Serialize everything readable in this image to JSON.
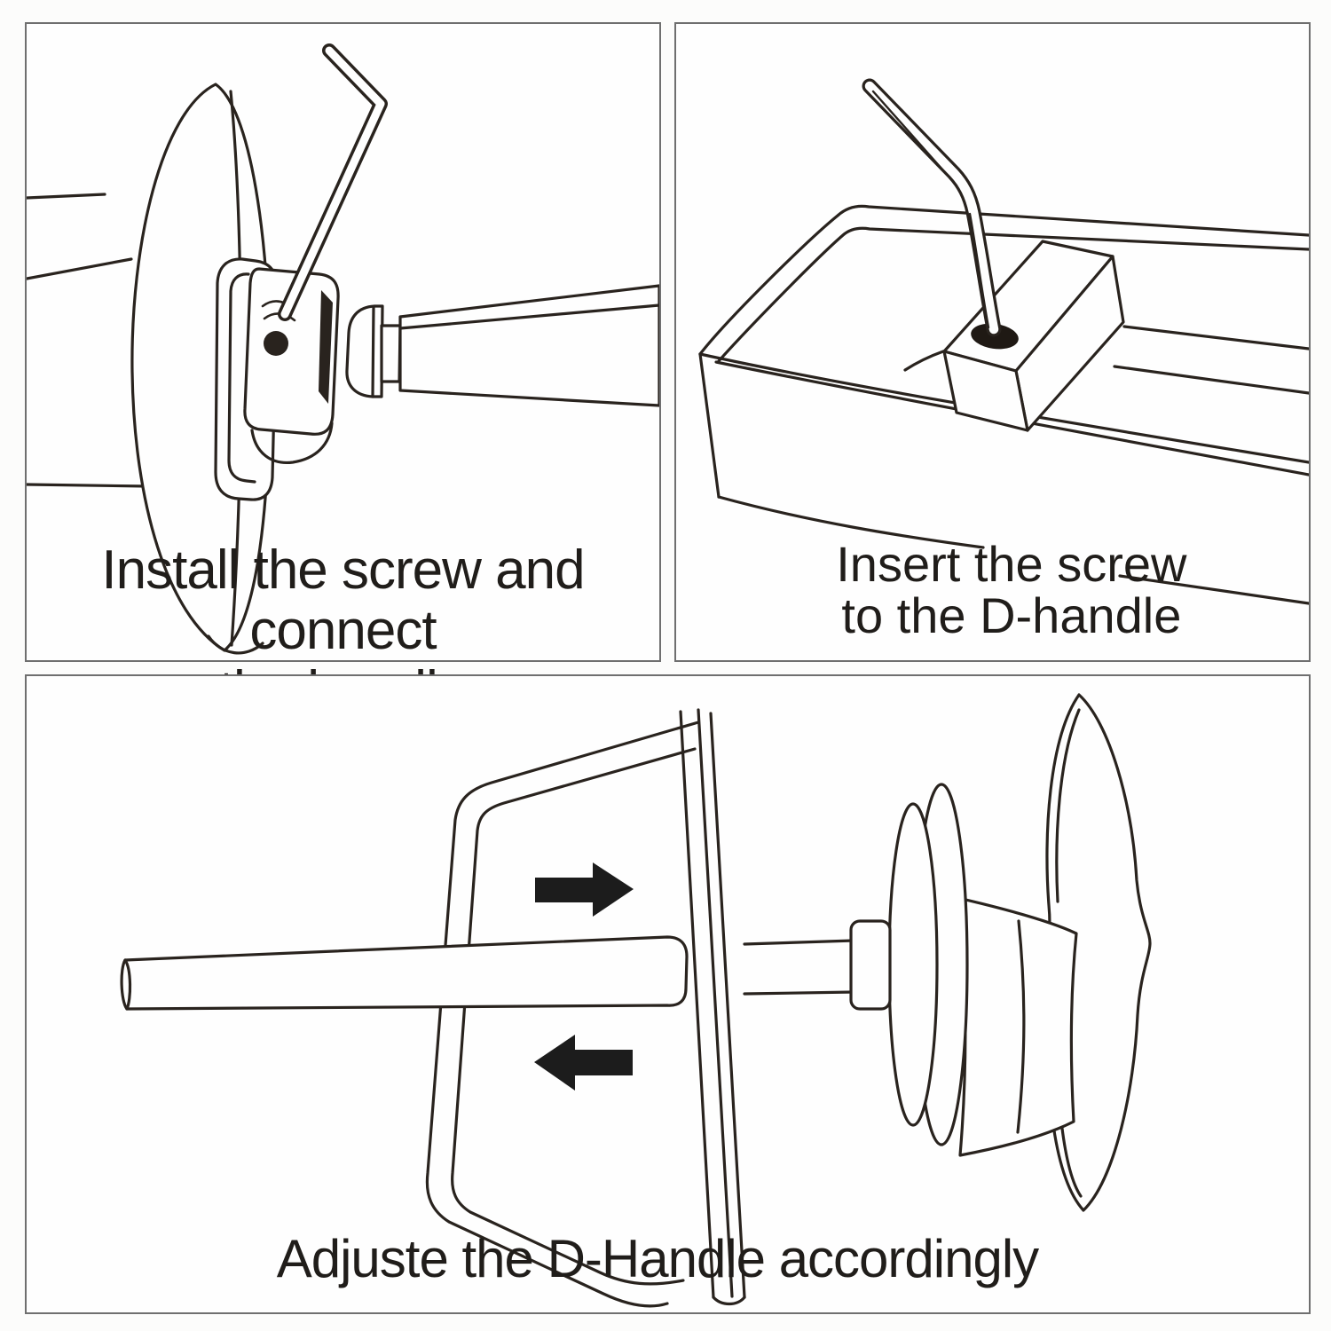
{
  "diagram": {
    "background": "#fcfcfb",
    "panel_border_color": "#6f6f6f",
    "line_color": "#29231e",
    "text_color": "#201d1a",
    "arrow_color": "#1c1c1c",
    "hole_color": "#1f1914"
  },
  "steps": [
    {
      "name": "install-screw",
      "caption_lines": [
        "Install the screw and connect",
        "the handle"
      ]
    },
    {
      "name": "insert-screw",
      "caption_lines": [
        "Insert the screw",
        "to the D-handle"
      ]
    },
    {
      "name": "adjust-handle",
      "caption_lines": [
        "Adjuste the D-Handle accordingly"
      ]
    }
  ],
  "icons": {
    "arrow_right": "right-direction-arrow",
    "arrow_left": "left-direction-arrow"
  }
}
